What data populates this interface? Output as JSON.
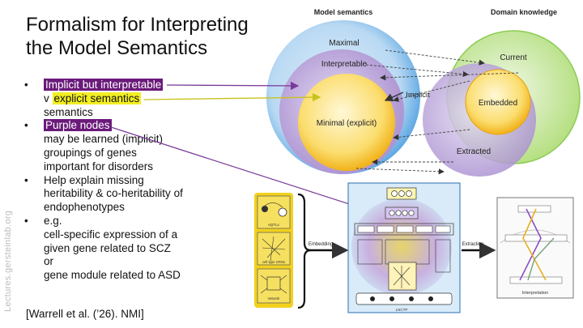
{
  "slide": {
    "title_line1": "Formalism for Interpreting",
    "title_line2": "the Model Semantics",
    "bullet_glyph": "•",
    "b1_hl": "Implicit but interpretable",
    "b1_prefix": "v ",
    "b1_hl2": "explicit semantics",
    "b1_rest": "semantics",
    "b2_hl": "Purple nodes",
    "b2_l1": "may be learned (implicit)",
    "b2_l2": "groupings of genes",
    "b2_l3": "important for disorders",
    "b3_l1": "Help explain missing",
    "b3_l2": "heritability & co-heritability of",
    "b3_l3": "endophenotypes",
    "b4_l1": "e.g.",
    "b4_l2": "cell-specific expression of a",
    "b4_l3": "given gene related to SCZ",
    "b4_l4": "or",
    "b4_l5": "gene module related to ASD",
    "citation": "[Warrell et al. (’26). NMI]",
    "side_label": "Lectures.gersteinlab.org"
  },
  "venn": {
    "header_model": "Model semantics",
    "header_domain": "Domain knowledge",
    "maximal": "Maximal",
    "interpretable": "Interpretable",
    "minimal": "Minimal (explicit)",
    "implicit": "Implicit",
    "current": "Current",
    "embedded": "Embedded",
    "extracted": "Extracted"
  },
  "figure": {
    "embedding": "Embedding",
    "extraction": "Extraction",
    "interpretation": "Interpretation",
    "eqtls": "eQTLs",
    "celltype_grns": "cell-type GRNs",
    "network": "network",
    "lnctp": "LNCTP"
  },
  "colors": {
    "purple_highlight": "#6a1a7a",
    "yellow_highlight": "#f2ee22",
    "model_circle": "#4a9de0",
    "domain_circle": "#a6d96a",
    "purple_region": "#a98fd0",
    "yellow_core": "#f7c325"
  }
}
